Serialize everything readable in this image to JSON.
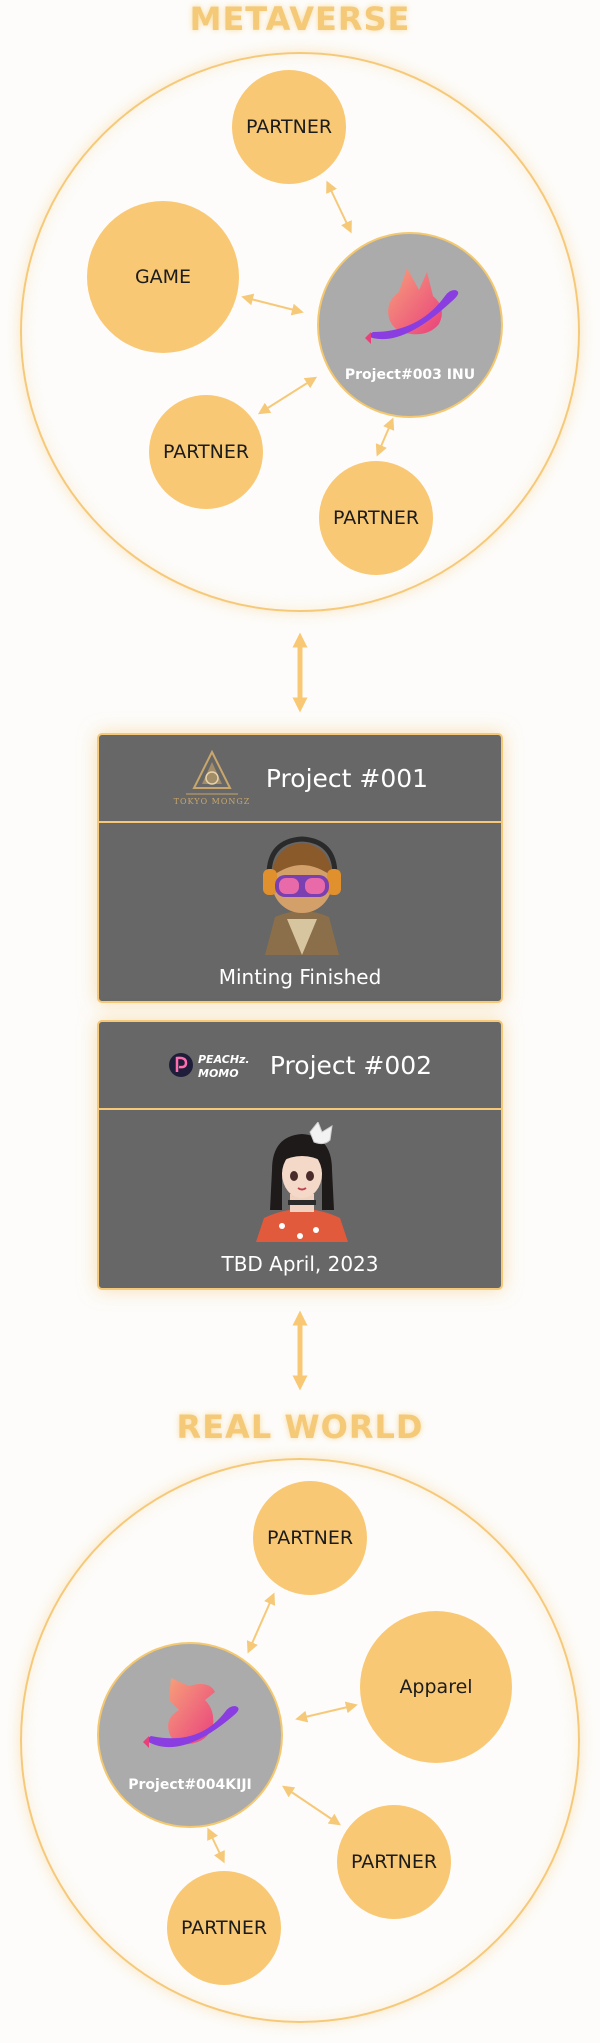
{
  "metaverse": {
    "title": "METAVERSE",
    "hub_label": "Project#003 INU",
    "nodes": {
      "partner_top": "PARTNER",
      "game": "GAME",
      "partner_left": "PARTNER",
      "partner_bottom": "PARTNER"
    }
  },
  "projects": [
    {
      "title": "Project #001",
      "brand": "TOKYO MONGZ",
      "status": "Minting Finished"
    },
    {
      "title": "Project #002",
      "brand": "PEACHz MOMO",
      "status": "TBD April, 2023"
    }
  ],
  "real_world": {
    "title": "REAL WORLD",
    "hub_label": "Project#004KIJI",
    "nodes": {
      "partner_top": "PARTNER",
      "apparel": "Apparel",
      "partner_right": "PARTNER",
      "partner_bottom": "PARTNER"
    }
  },
  "colors": {
    "accent": "#f6c979",
    "node": "#f9c874",
    "hub": "#ababab",
    "card": "#676767",
    "logo_pink": "#f56a8e",
    "logo_purple": "#8a3de0"
  }
}
